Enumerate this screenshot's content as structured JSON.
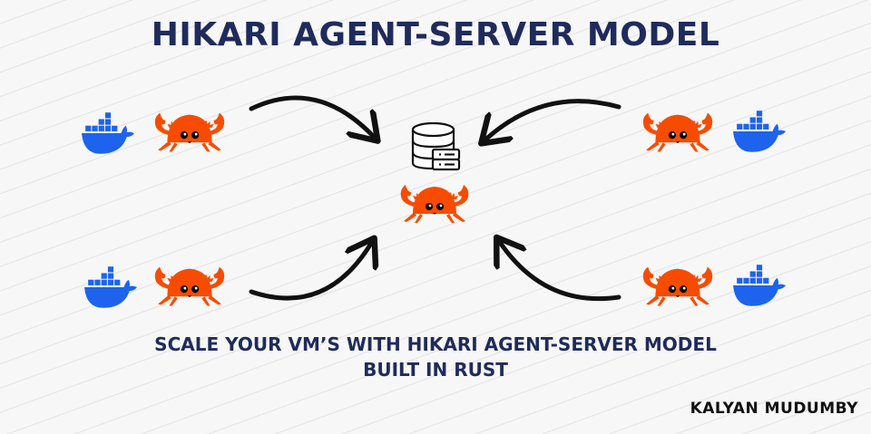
{
  "title": "HIKARI AGENT-SERVER MODEL",
  "subtitle_line1": "SCALE YOUR VM’S WITH HIKARI AGENT-SERVER MODEL",
  "subtitle_line2": "BUILT IN RUST",
  "author": "KALYAN MUDUMBY",
  "colors": {
    "title": "#1f2b5b",
    "crab": "#f74c00",
    "docker": "#1d63ed",
    "background": "#f7f7f7"
  },
  "icons": [
    "docker-icon",
    "rust-crab-icon",
    "database-server-icon",
    "arrow-icon"
  ]
}
